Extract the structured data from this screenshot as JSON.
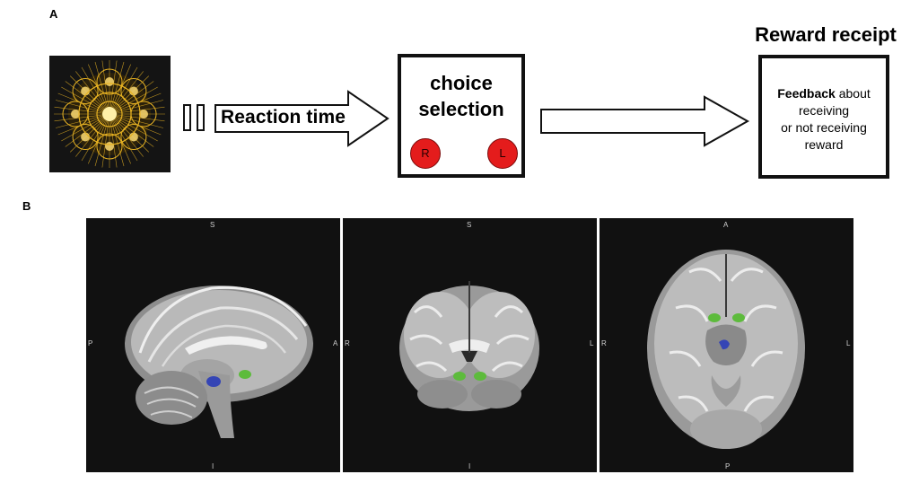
{
  "panel_a": {
    "letter": "A",
    "reaction_label": "Reaction time",
    "choice": {
      "line1": "choice",
      "line2": "selection",
      "btn_right": "R",
      "btn_left": "L"
    },
    "reward_title": "Reward receipt",
    "feedback": {
      "bold": "Feedback",
      "rest1": " about",
      "line2": "receiving",
      "line3": "or not receiving",
      "line4": "reward"
    }
  },
  "panel_b": {
    "letter": "B",
    "sagittal": {
      "top": "S",
      "bottom": "I",
      "left": "P",
      "right": "A"
    },
    "coronal": {
      "top": "S",
      "bottom": "I",
      "left": "R",
      "right": "L"
    },
    "axial": {
      "top": "A",
      "bottom": "P",
      "left": "R",
      "right": "L"
    }
  },
  "colors": {
    "button_red": "#e41c1c",
    "roi_blue": "#3545b5",
    "roi_green": "#5dbb3c",
    "mri_bg": "#111111",
    "stimulus_gold": "#e8b323"
  }
}
